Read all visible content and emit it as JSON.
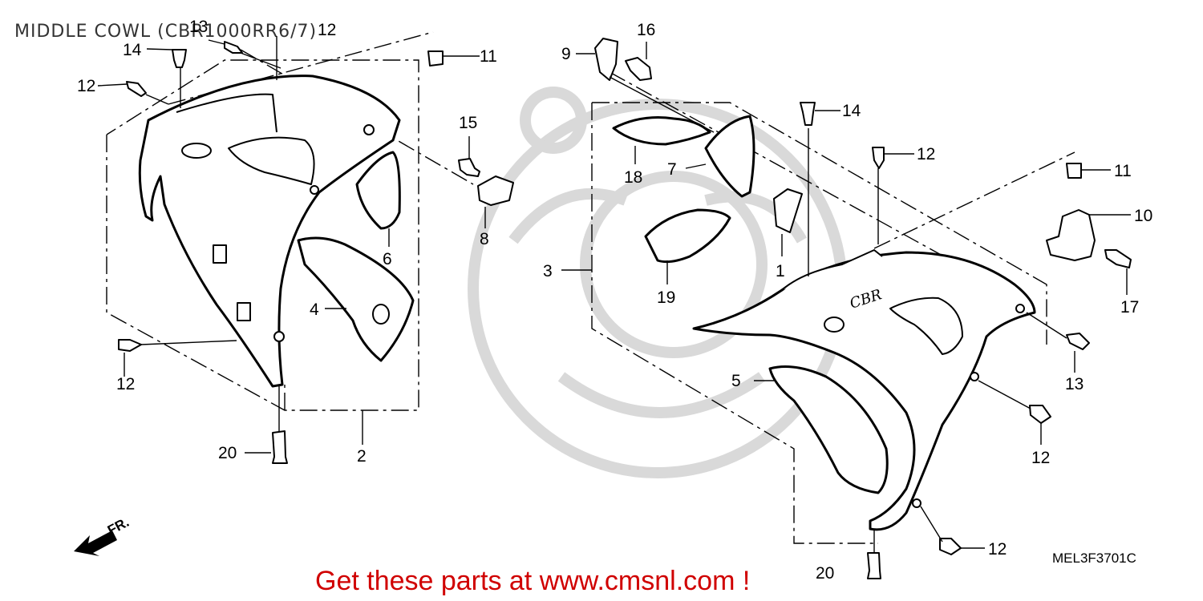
{
  "title": "MIDDLE COWL (CBR1000RR6/7)",
  "diagram_code": "MEL3F3701C",
  "promo": "Get these parts at www.cmsnl.com !",
  "direction_label": "FR.",
  "callouts": {
    "left_14": "14",
    "left_13": "13",
    "left_12_top": "12",
    "left_12_mid": "12",
    "left_11": "11",
    "left_15": "15",
    "left_8": "8",
    "left_6": "6",
    "left_4": "4",
    "left_12_bottom": "12",
    "left_20": "20",
    "left_2": "2",
    "right_9": "9",
    "right_16": "16",
    "right_14": "14",
    "right_12_top": "12",
    "right_18": "18",
    "right_7": "7",
    "right_11": "11",
    "right_10": "10",
    "right_3": "3",
    "right_1": "1",
    "right_19": "19",
    "right_17": "17",
    "right_13": "13",
    "right_5": "5",
    "right_12_mid": "12",
    "right_12_bottom": "12",
    "right_20": "20"
  }
}
